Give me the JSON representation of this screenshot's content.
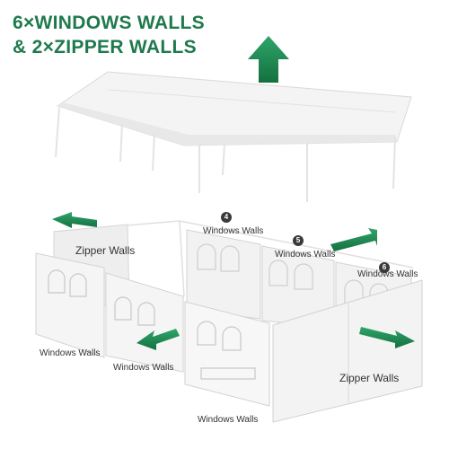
{
  "headline": {
    "line1": "6×WINDOWS WALLS",
    "line2": "& 2×ZIPPER WALLS"
  },
  "labels": {
    "zipper_back": "Zipper Walls",
    "zipper_front": "Zipper Walls",
    "windows_4": "Windows Walls",
    "windows_5": "Windows Walls",
    "windows_6": "Windows Walls",
    "windows_left": "Windows Walls",
    "windows_mid": "Windows Walls",
    "windows_front": "Windows Walls"
  },
  "badges": {
    "b4": "4",
    "b5": "5",
    "b6": "6"
  },
  "colors": {
    "accent_green": "#1e8a55",
    "headline_green": "#1e7a4c"
  },
  "icons": {
    "arrows": "arrow-icon"
  }
}
